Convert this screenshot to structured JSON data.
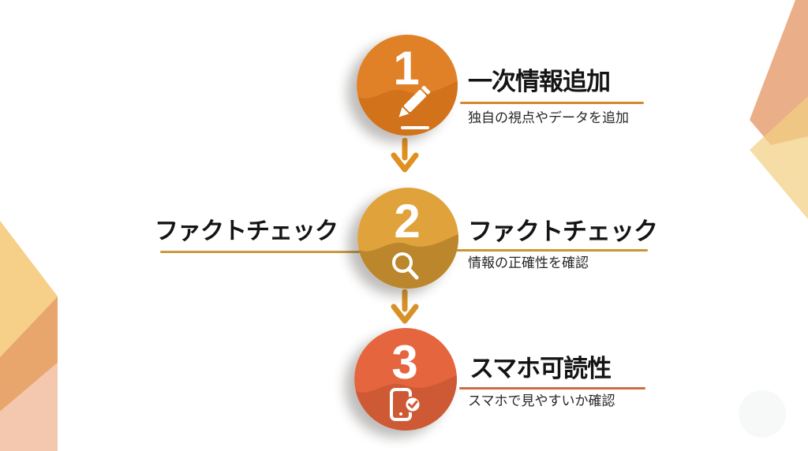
{
  "page": {
    "background": "#ffffff"
  },
  "steps": [
    {
      "number": "1",
      "title": "一次情報追加",
      "subtitle": "独自の視点やデータを追加",
      "icon": "pencil-icon",
      "colors": {
        "circle": "#e08128",
        "wave": "#d2731c",
        "line": "#d8872b",
        "arrow": "#e0901f"
      }
    },
    {
      "number": "2",
      "title": "ファクトチェック",
      "subtitle": "情報の正確性を確認",
      "side_label": "ファクトチェック",
      "icon": "magnifier-icon",
      "colors": {
        "circle": "#e0a23b",
        "wave": "#bb862c",
        "line": "#cc9434",
        "side_line": "#cb9a41",
        "arrow": "#d89126"
      }
    },
    {
      "number": "3",
      "title": "スマホ可読性",
      "subtitle": "スマホで見やすいか確認",
      "icon": "smartphone-check-icon",
      "colors": {
        "circle": "#e5653f",
        "wave": "#ce5a35",
        "line": "#ce6b45"
      }
    }
  ]
}
